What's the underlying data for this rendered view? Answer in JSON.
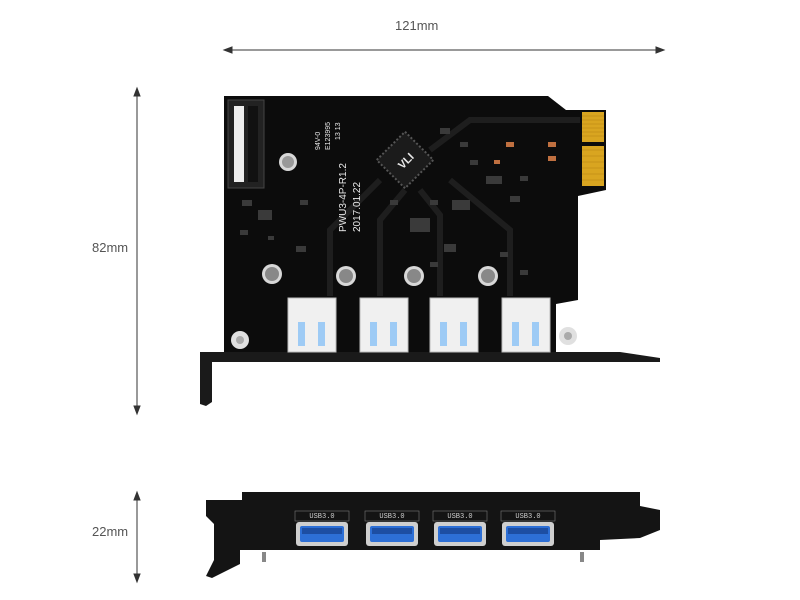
{
  "dimensions": {
    "width_label": "121mm",
    "height_label": "82mm",
    "depth_label": "22mm"
  },
  "board": {
    "model_text": "PWU3-4P-R1.2",
    "date_text": "2017.01.22",
    "cert_text_1": "94V-0",
    "cert_text_2": "E123995",
    "cert_text_3": "13 13",
    "chip_brand": "VLI",
    "ports": [
      {
        "name": "USB3.0 port 1"
      },
      {
        "name": "USB3.0 port 2"
      },
      {
        "name": "USB3.0 port 3"
      },
      {
        "name": "USB3.0 port 4"
      }
    ]
  },
  "bracket": {
    "port_labels": [
      "USB3.0",
      "USB3.0",
      "USB3.0",
      "USB3.0"
    ]
  },
  "colors": {
    "pcb": "#0c0c0c",
    "gold_finger": "#d9a520",
    "usb_blue": "#2d6fd6",
    "port_white": "#f0f0f0"
  }
}
